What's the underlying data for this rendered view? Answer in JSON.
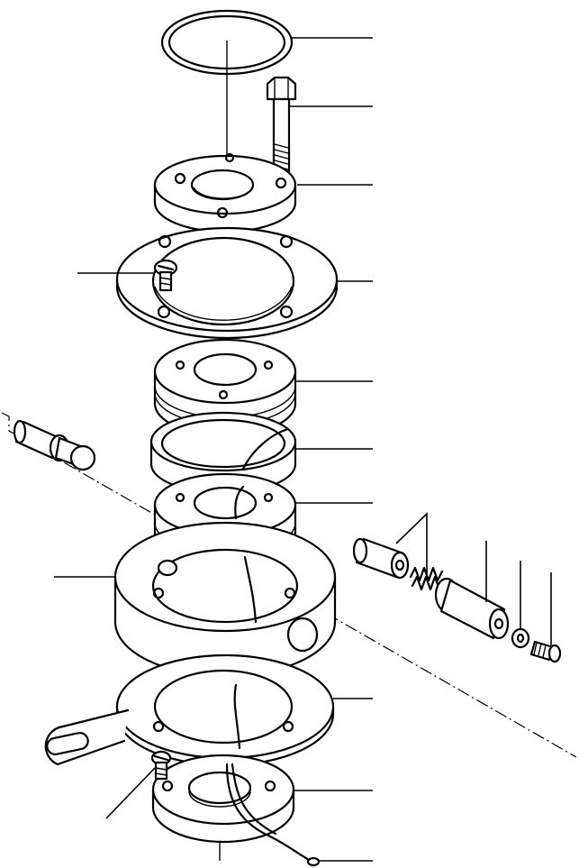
{
  "diagram": {
    "type": "exploded-parts-view",
    "callouts": [
      {
        "id": "o-ring"
      },
      {
        "id": "bolt"
      },
      {
        "id": "top-plate"
      },
      {
        "id": "bearing-flange"
      },
      {
        "id": "screw-left"
      },
      {
        "id": "upper-race"
      },
      {
        "id": "retainer-ring"
      },
      {
        "id": "lower-race"
      },
      {
        "id": "housing"
      },
      {
        "id": "plug-springs"
      },
      {
        "id": "plunger"
      },
      {
        "id": "washer"
      },
      {
        "id": "set-screw"
      },
      {
        "id": "bottom-flange"
      },
      {
        "id": "bottom-cap"
      },
      {
        "id": "screw-bottom"
      },
      {
        "id": "wire-end"
      }
    ]
  }
}
